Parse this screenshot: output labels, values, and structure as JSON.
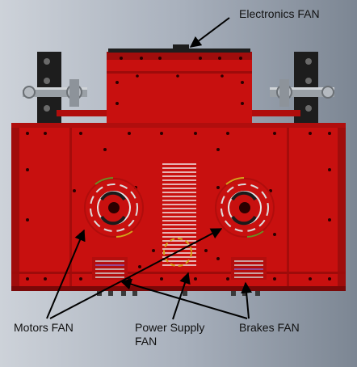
{
  "callouts": {
    "electronics_fan": "Electronics FAN",
    "motors_fan": "Motors FAN",
    "power_supply_fan_line1": "Power Supply",
    "power_supply_fan_line2": "FAN",
    "brakes_fan": "Brakes FAN"
  },
  "colors": {
    "body_red": "#c8100f",
    "body_red_dark": "#9e0b0a",
    "bracket_black": "#1d1d1d",
    "arrow": "#000000",
    "background_left": "#cdd2d9",
    "background_right": "#7c8693"
  }
}
